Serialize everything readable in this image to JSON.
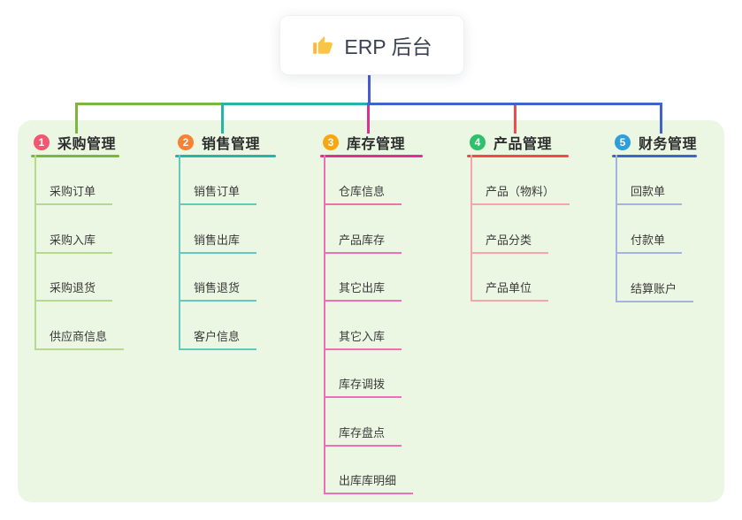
{
  "root": {
    "label": "ERP 后台",
    "icon": "thumbs-up-icon",
    "connector_color": "#4a5bd3"
  },
  "canvas": {
    "background": "#ffffff",
    "panel_color": "#ebf7e3"
  },
  "branches": [
    {
      "number": "1",
      "label": "采购管理",
      "badge_color": "#f25670",
      "accent_color": "#7cb63f",
      "soft_color": "#b4d98f",
      "children": [
        "采购订单",
        "采购入库",
        "采购退货",
        "供应商信息"
      ]
    },
    {
      "number": "2",
      "label": "销售管理",
      "badge_color": "#f88234",
      "accent_color": "#27b3a5",
      "soft_color": "#66c8bd",
      "children": [
        "销售订单",
        "销售出库",
        "销售退货",
        "客户信息"
      ]
    },
    {
      "number": "3",
      "label": "库存管理",
      "badge_color": "#f7a712",
      "accent_color": "#e0308f",
      "soft_color": "#ee6fb4",
      "children": [
        "仓库信息",
        "产品库存",
        "其它出库",
        "其它入库",
        "库存调拨",
        "库存盘点",
        "出库库明细"
      ]
    },
    {
      "number": "4",
      "label": "产品管理",
      "badge_color": "#2ec06a",
      "accent_color": "#f2494f",
      "soft_color": "#f4a6aa",
      "children": [
        "产品（物料）",
        "产品分类",
        "产品单位"
      ]
    },
    {
      "number": "5",
      "label": "财务管理",
      "badge_color": "#2d9fdd",
      "accent_color": "#4263c9",
      "soft_color": "#a4b3df",
      "children": [
        "回款单",
        "付款单",
        "结算账户"
      ]
    }
  ]
}
